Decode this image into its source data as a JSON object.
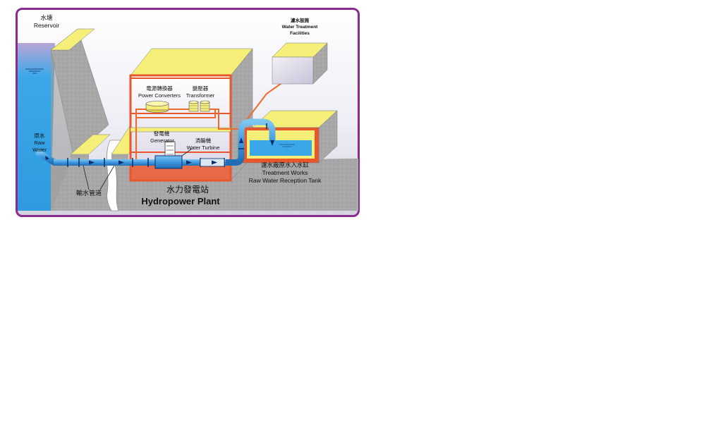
{
  "labels": {
    "reservoir_zh": "水塘",
    "reservoir_en": "Reservoir",
    "raw_water_zh": "原水",
    "raw_water_en_1": "Raw",
    "raw_water_en_2": "Water",
    "pipeline_zh": "輸水管道",
    "plant_zh": "水力發電站",
    "plant_en": "Hydropower Plant",
    "power_converters_zh": "電源轉換器",
    "power_converters_en": "Power Converters",
    "transformer_zh": "變壓器",
    "transformer_en": "Transformer",
    "generator_zh": "發電機",
    "generator_en": "Generator",
    "turbine_zh": "渦輪機",
    "turbine_en": "Water Turbine",
    "facilities_zh": "濾水設施",
    "facilities_en_1": "Water Treatment",
    "facilities_en_2": "Facilities",
    "tank_zh": "濾水廠原水入水缸",
    "tank_en_1": "Treatment Works",
    "tank_en_2": "Raw Water Reception Tank"
  },
  "colors": {
    "border": "#8a2b8f",
    "water": "#3aa8e8",
    "pipe": "#3e98de",
    "dam_top": "#f5ef7a",
    "concrete": "#a6a6a6",
    "building_frame": "#e8562c",
    "power_line": "#ee6a2a"
  }
}
